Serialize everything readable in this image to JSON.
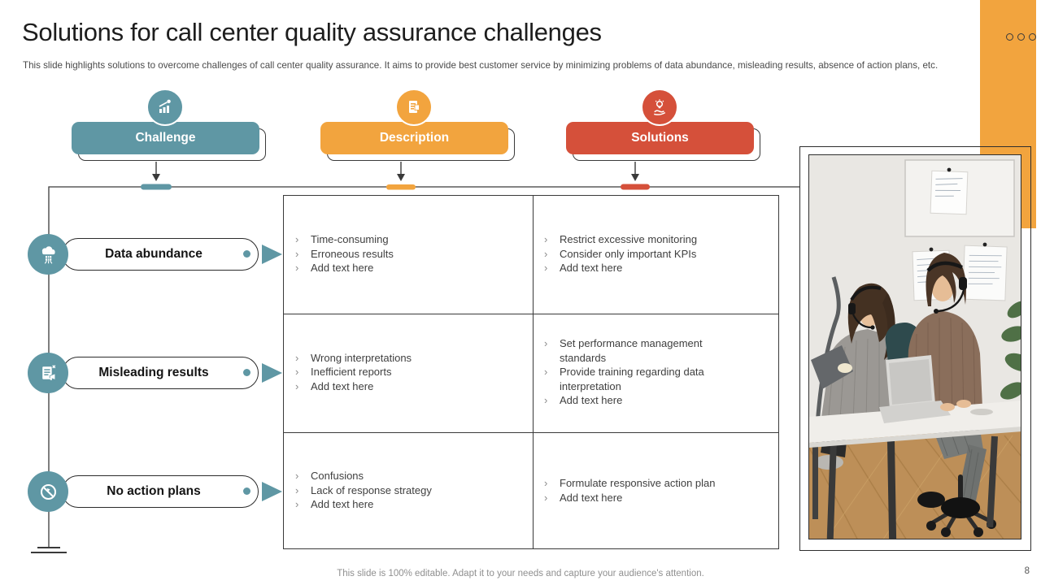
{
  "slide": {
    "title": "Solutions for call center quality assurance challenges",
    "subtitle": "This slide highlights solutions to overcome challenges of call center quality assurance. It aims to provide best customer service by minimizing problems of data abundance, misleading results, absence of action plans, etc.",
    "footer": "This slide is 100% editable. Adapt it to your needs and capture your audience's attention.",
    "page_number": "8"
  },
  "ui": {
    "bullet": "›"
  },
  "colors": {
    "teal": "#5F97A4",
    "orange": "#F2A43E",
    "red": "#D5503A",
    "outline": "#3A3A3A"
  },
  "columns": [
    {
      "label": "Challenge",
      "icon": "growth-chart-icon"
    },
    {
      "label": "Description",
      "icon": "document-icon"
    },
    {
      "label": "Solutions",
      "icon": "idea-hand-icon"
    }
  ],
  "rows": [
    {
      "challenge": "Data abundance",
      "icon": "cloud-data-icon",
      "description": [
        "Time-consuming",
        "Erroneous results",
        "Add text here"
      ],
      "solutions": [
        "Restrict excessive monitoring",
        "Consider only important KPIs",
        "Add text here"
      ]
    },
    {
      "challenge": "Misleading results",
      "icon": "report-alert-icon",
      "description": [
        "Wrong interpretations",
        "Inefficient reports",
        "Add text here"
      ],
      "solutions": [
        "Set performance management standards",
        "Provide training regarding data interpretation",
        "Add text here"
      ]
    },
    {
      "challenge": "No action plans",
      "icon": "no-action-icon",
      "description": [
        "Confusions",
        "Lack of response strategy",
        "Add text here"
      ],
      "solutions": [
        "Formulate responsive action plan",
        "Add text here"
      ]
    }
  ]
}
